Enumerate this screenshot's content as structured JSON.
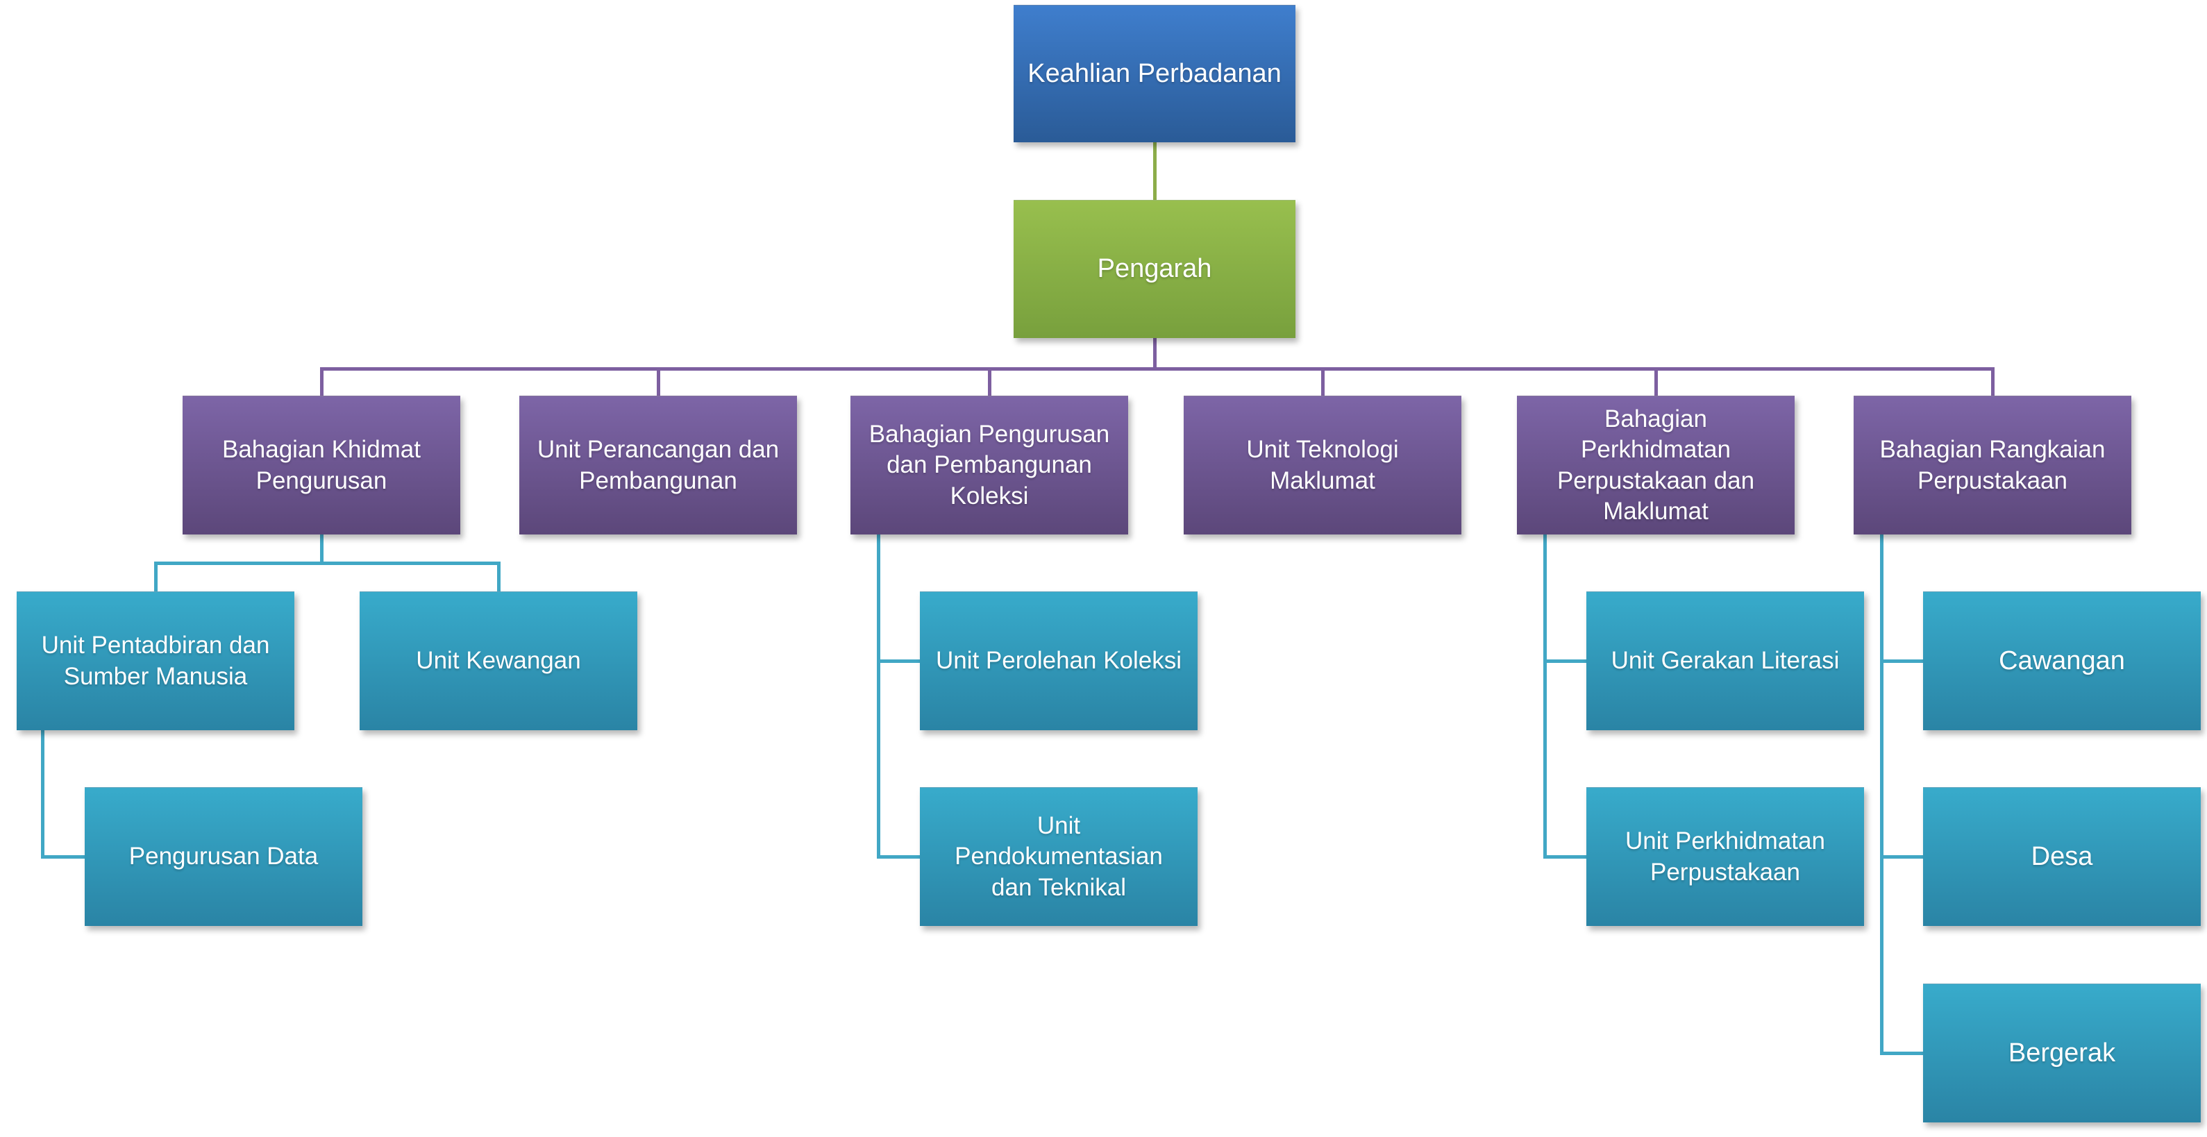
{
  "palette": {
    "background": "#ffffff",
    "text": "#ffffff",
    "blue_top": "#3f7ecd",
    "blue_bottom": "#2a5b97",
    "green_top": "#98bf4e",
    "green_bottom": "#78a03d",
    "purple_top": "#7d65a7",
    "purple_bottom": "#5c477a",
    "teal_top": "#38abcb",
    "teal_bottom": "#2a84a5",
    "connector_green": "#8cad49",
    "connector_purple": "#7d5fa0",
    "connector_teal": "#41a7c5"
  },
  "org_chart": {
    "nodes": {
      "keahlian": {
        "label": "Keahlian Perbadanan"
      },
      "pengarah": {
        "label": "Pengarah"
      },
      "khidmat": {
        "label": "Bahagian Khidmat\nPengurusan"
      },
      "perancangan": {
        "label": "Unit Perancangan dan\nPembangunan"
      },
      "koleksi": {
        "label": "Bahagian Pengurusan\ndan Pembangunan\nKoleksi"
      },
      "teknologi": {
        "label": "Unit Teknologi\nMaklumat"
      },
      "perkhidmatan_bahagian": {
        "label": "Bahagian\nPerkhidmatan\nPerpustakaan dan\nMaklumat"
      },
      "rangkaian": {
        "label": "Bahagian Rangkaian\nPerpustakaan"
      },
      "pentadbiran": {
        "label": "Unit Pentadbiran dan\nSumber Manusia"
      },
      "kewangan": {
        "label": "Unit Kewangan"
      },
      "pengurusan_data": {
        "label": "Pengurusan Data"
      },
      "perolehan": {
        "label": "Unit Perolehan Koleksi"
      },
      "pendokumentasian": {
        "label": "Unit\nPendokumentasian\ndan Teknikal"
      },
      "gerakan": {
        "label": "Unit Gerakan Literasi"
      },
      "perkhidmatan_unit": {
        "label": "Unit Perkhidmatan\nPerpustakaan"
      },
      "cawangan": {
        "label": "Cawangan"
      },
      "desa": {
        "label": "Desa"
      },
      "bergerak": {
        "label": "Bergerak"
      }
    },
    "hierarchy": {
      "keahlian": [
        "pengarah"
      ],
      "pengarah": [
        "khidmat",
        "perancangan",
        "koleksi",
        "teknologi",
        "perkhidmatan_bahagian",
        "rangkaian"
      ],
      "khidmat": [
        "pentadbiran",
        "kewangan"
      ],
      "pentadbiran": [
        "pengurusan_data"
      ],
      "koleksi": [
        "perolehan",
        "pendokumentasian"
      ],
      "perkhidmatan_bahagian": [
        "gerakan",
        "perkhidmatan_unit"
      ],
      "rangkaian": [
        "cawangan",
        "desa",
        "bergerak"
      ]
    }
  }
}
